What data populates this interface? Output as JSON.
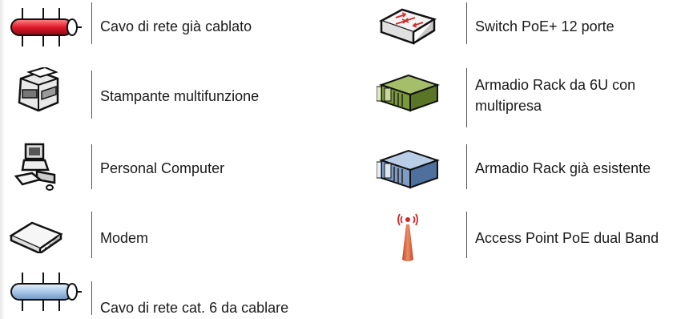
{
  "legend": {
    "items": [
      {
        "label": "Cavo di rete già cablato",
        "icon": "red-network-cable-icon"
      },
      {
        "label": "Stampante multifunzione",
        "icon": "printer-icon"
      },
      {
        "label": "Personal Computer",
        "icon": "personal-computer-icon"
      },
      {
        "label": "Modem",
        "icon": "modem-icon"
      },
      {
        "label": "Cavo di rete cat. 6 da cablare",
        "icon": "blue-network-cable-icon"
      },
      {
        "label": "Switch PoE+ 12 porte",
        "icon": "switch-icon"
      },
      {
        "label": "Armadio Rack da 6U con\nmultipresa",
        "icon": "green-rack-icon"
      },
      {
        "label": "Armadio Rack già esistente",
        "icon": "blue-rack-icon"
      },
      {
        "label": "Access Point PoE dual Band",
        "icon": "access-point-icon"
      }
    ]
  },
  "colors": {
    "cable_existing": "#e0192b",
    "cable_new": "#a9c7ea",
    "rack_new": "#7a9a3a",
    "rack_existing": "#7f9cc4",
    "access_point": "#e06a45"
  }
}
